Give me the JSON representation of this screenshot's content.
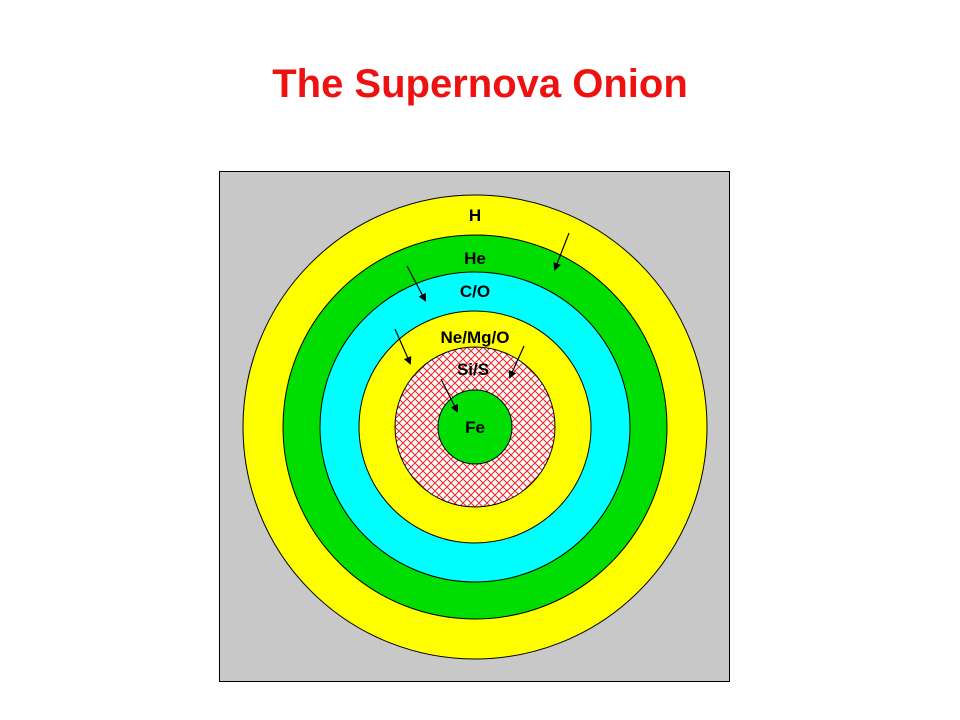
{
  "slide": {
    "title": "The Supernova Onion",
    "title_color": "#ee1111"
  },
  "diagram": {
    "background_color": "#c8c8c8",
    "layers": [
      {
        "label": "H",
        "color": "#ffff00"
      },
      {
        "label": "He",
        "color": "#00dd00"
      },
      {
        "label": "C/O",
        "color": "#00ffff"
      },
      {
        "label": "Ne/Mg/O",
        "color": "#ffff00"
      },
      {
        "label": "Si/S",
        "color": "#ff8080",
        "pattern": "crosshatch"
      },
      {
        "label": "Fe",
        "color": "#00dd00"
      }
    ]
  }
}
